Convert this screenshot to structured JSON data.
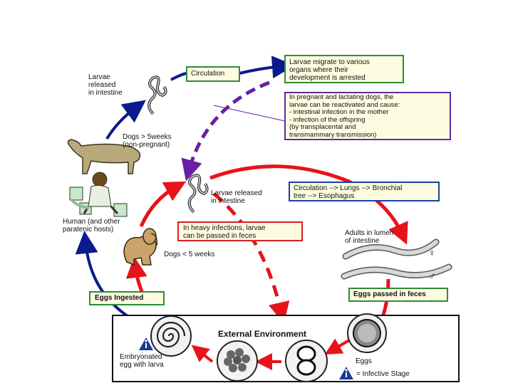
{
  "labels": {
    "circulation": "Circulation",
    "larvae_migrate": "Larvae migrate to various\norgans where their\ndevelopment is arrested",
    "pregnant_note": "In pregnant and lactating dogs, the\nlarvae can be reactivated and cause:\n  - intestinal infection in the mother\n  - infection of the offspring\n    (by transplacental and\n     transmammary transmission)",
    "larvae_released_top": "Larvae\nreleased\nin intestine",
    "dogs_over_5": "Dogs > 5weeks\n(non-pregnant)",
    "larvae_released_mid": "Larvae released\nin intestine",
    "circulation_lungs": "Circulation --> Lungs --> Bronchial\ntree --> Esophagus",
    "heavy_infections": "In heavy infections, larvae\ncan be passed in feces",
    "adults_lumen": "Adults in lumen\nof intestine",
    "human_hosts": "Human (and other\nparatenic hosts)",
    "dogs_under_5": "Dogs < 5 weeks",
    "eggs_ingested": "Eggs Ingested",
    "eggs_passed": "Eggs passed in feces",
    "external_environment": "External Environment",
    "embryonated_egg": "Embryonated\negg with larva",
    "eggs": "Eggs",
    "infective_stage": "= Infective Stage",
    "female_symbol": "♀",
    "male_symbol": "♂",
    "info_letter": "i"
  },
  "colors": {
    "blue_arrow": "#0b1a8c",
    "purple_arrow": "#6a1fa6",
    "red_arrow": "#e8131a",
    "green_border": "#2e8b3a",
    "purple_border": "#5a2ea6",
    "blue_border": "#1a3fa0",
    "red_border": "#d42020",
    "box_fill": "#fefce0",
    "worm_fill": "#d8d8dc"
  }
}
